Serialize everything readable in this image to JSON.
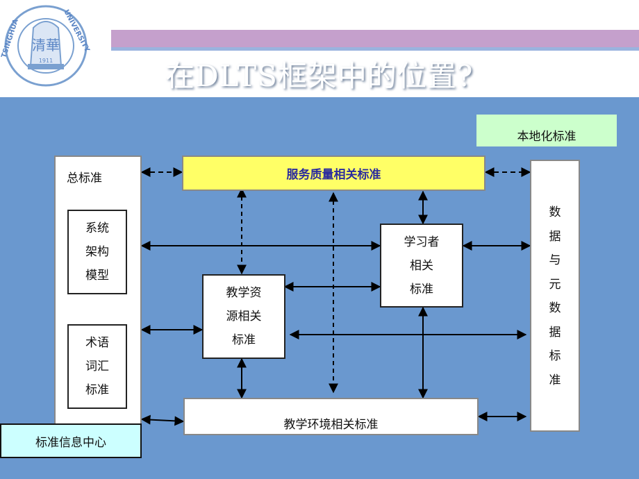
{
  "title": "在DLTS框架中的位置?",
  "logo": {
    "text_left": "TSINGHUA",
    "text_right": "UNIVERSITY",
    "seal_text": "清華",
    "year": "1911"
  },
  "colors": {
    "background": "#6a98cf",
    "stripe_purple": "#c5a0cc",
    "yellow_box": "#ffff66",
    "green_box": "#ccffcc",
    "cyan_box": "#ccffff"
  },
  "boxes": {
    "local": "本地化标准",
    "general": "总标准",
    "service": "服务质量相关标准",
    "arch": [
      "系统",
      "架构",
      "模型"
    ],
    "term": [
      "术语",
      "词汇",
      "标准"
    ],
    "learner": [
      "学习者",
      "相关",
      "标准"
    ],
    "resource": [
      "教学资",
      "源相关",
      "标准"
    ],
    "env": "教学环境相关标准",
    "info": "标准信息中心",
    "meta": [
      "数",
      "据",
      "与",
      "元",
      "数",
      "据",
      "标",
      "准"
    ]
  }
}
